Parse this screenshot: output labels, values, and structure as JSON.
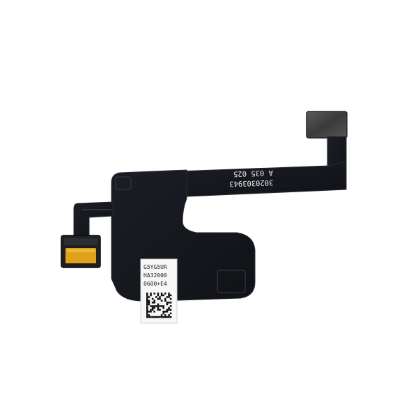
{
  "image": {
    "subject": "flex-cable-component",
    "colors": {
      "background": "#ffffff",
      "flex": "#15171c",
      "flex_edge": "#2a2d35",
      "metal_pad": "#4a4a4a",
      "connector_gold": "#e0a21a",
      "label": "#f7f7f7"
    }
  },
  "printed_text": {
    "line1": "3020303943",
    "line2": "A 035 025"
  },
  "label": {
    "line1": "G5YG5UR",
    "line2": "HA32000",
    "line3": "0600+E4"
  }
}
